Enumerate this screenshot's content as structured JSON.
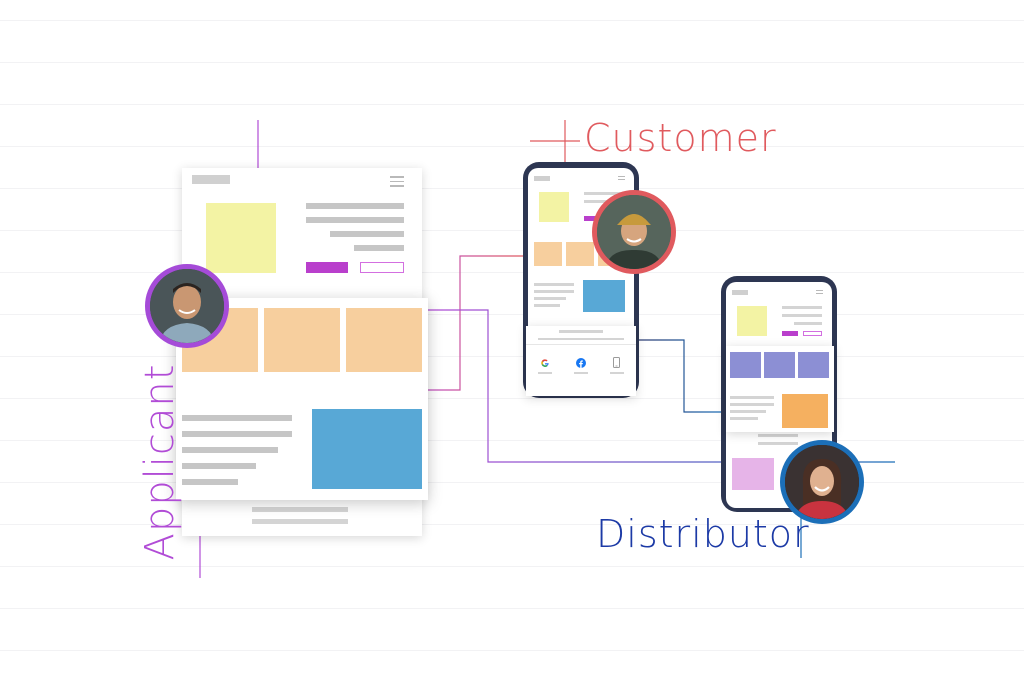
{
  "labels": {
    "customer": "Customer",
    "applicant": "Applicant",
    "distributor": "Distributor"
  },
  "colors": {
    "customer_accent": "#e05a5e",
    "applicant_accent": "#b14cd6",
    "distributor_accent": "#1c3aa6",
    "tile_yellow": "#f3f3a4",
    "tile_orange": "#f7cf9e",
    "tile_blue": "#58a8d6",
    "tile_purple": "#8c8fd4",
    "tile_pink": "#e6b4e8",
    "button_magenta": "#b93fcc",
    "phone_frame": "#2d3652"
  },
  "icons": {
    "google": "google-icon",
    "facebook": "facebook-icon",
    "mobile": "mobile-phone-icon",
    "menu": "hamburger-menu-icon"
  }
}
